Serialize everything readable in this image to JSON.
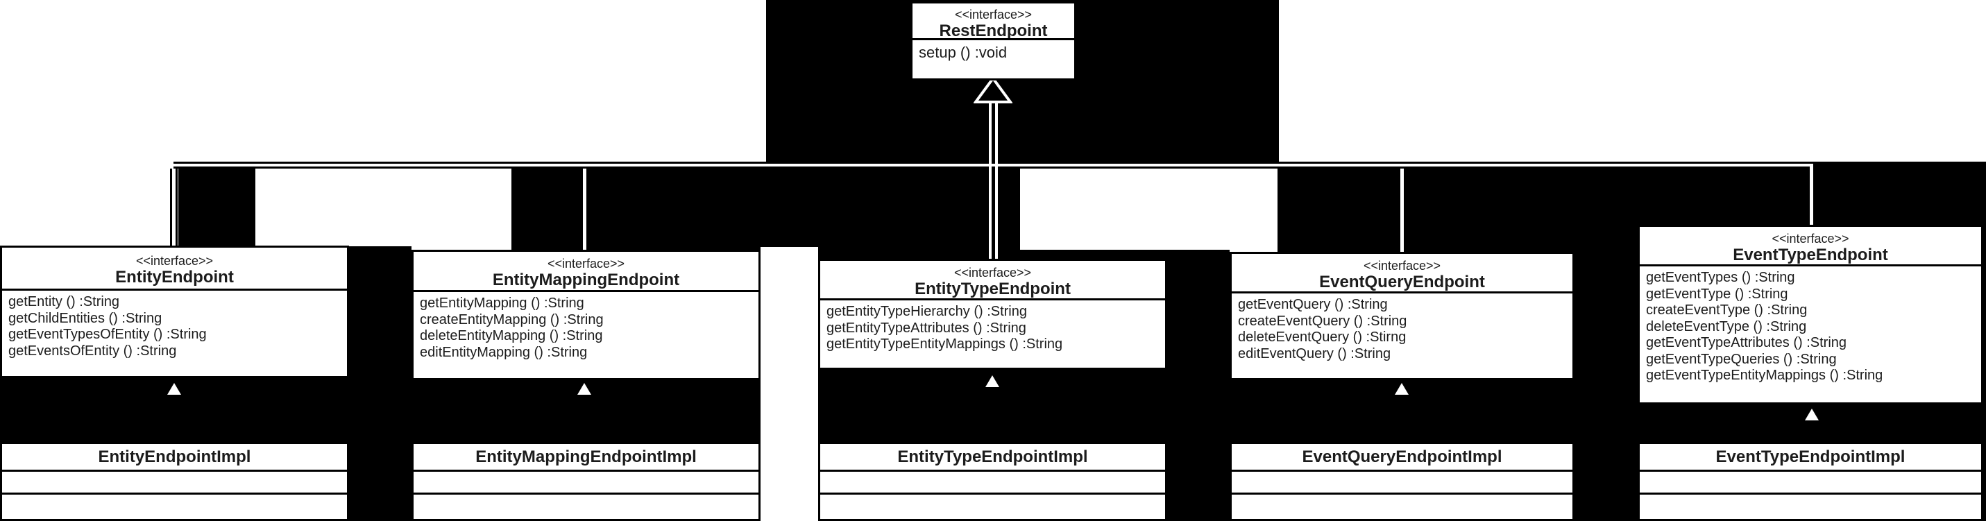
{
  "diagram": {
    "title": "REST endpoint interfaces UML class diagram",
    "stereotype_label": "<<interface>>",
    "parent": {
      "stereotype": "<<interface>>",
      "name": "RestEndpoint",
      "methods": [
        "setup () :void"
      ]
    },
    "interfaces": [
      {
        "stereotype": "<<interface>>",
        "name": "EntityEndpoint",
        "methods": [
          "getEntity () :String",
          "getChildEntities () :String",
          "getEventTypesOfEntity () :String",
          "getEventsOfEntity () :String"
        ]
      },
      {
        "stereotype": "<<interface>>",
        "name": "EntityMappingEndpoint",
        "methods": [
          "getEntityMapping () :String",
          "createEntityMapping () :String",
          "deleteEntityMapping () :String",
          "editEntityMapping () :String"
        ]
      },
      {
        "stereotype": "<<interface>>",
        "name": "EntityTypeEndpoint",
        "methods": [
          "getEntityTypeHierarchy () :String",
          "getEntityTypeAttributes () :String",
          "getEntityTypeEntityMappings () :String"
        ]
      },
      {
        "stereotype": "<<interface>>",
        "name": "EventQueryEndpoint",
        "methods": [
          "getEventQuery () :String",
          "createEventQuery () :String",
          "deleteEventQuery () :Stirng",
          "editEventQuery () :String"
        ]
      },
      {
        "stereotype": "<<interface>>",
        "name": "EventTypeEndpoint",
        "methods": [
          "getEventTypes () :String",
          "getEventType () :String",
          "createEventType () :String",
          "deleteEventType () :String",
          "getEventTypeAttributes () :String",
          "getEventTypeQueries () :String",
          "getEventTypeEntityMappings () :String"
        ]
      }
    ],
    "implementations": [
      {
        "name": "EntityEndpointImpl"
      },
      {
        "name": "EntityMappingEndpointImpl"
      },
      {
        "name": "EntityTypeEndpointImpl"
      },
      {
        "name": "EventQueryEndpointImpl"
      },
      {
        "name": "EventTypeEndpointImpl"
      }
    ],
    "colors": {
      "background_fill": "#000000",
      "box_fill": "#ffffff",
      "line": "#000000",
      "text": "#1c1c1c"
    }
  }
}
